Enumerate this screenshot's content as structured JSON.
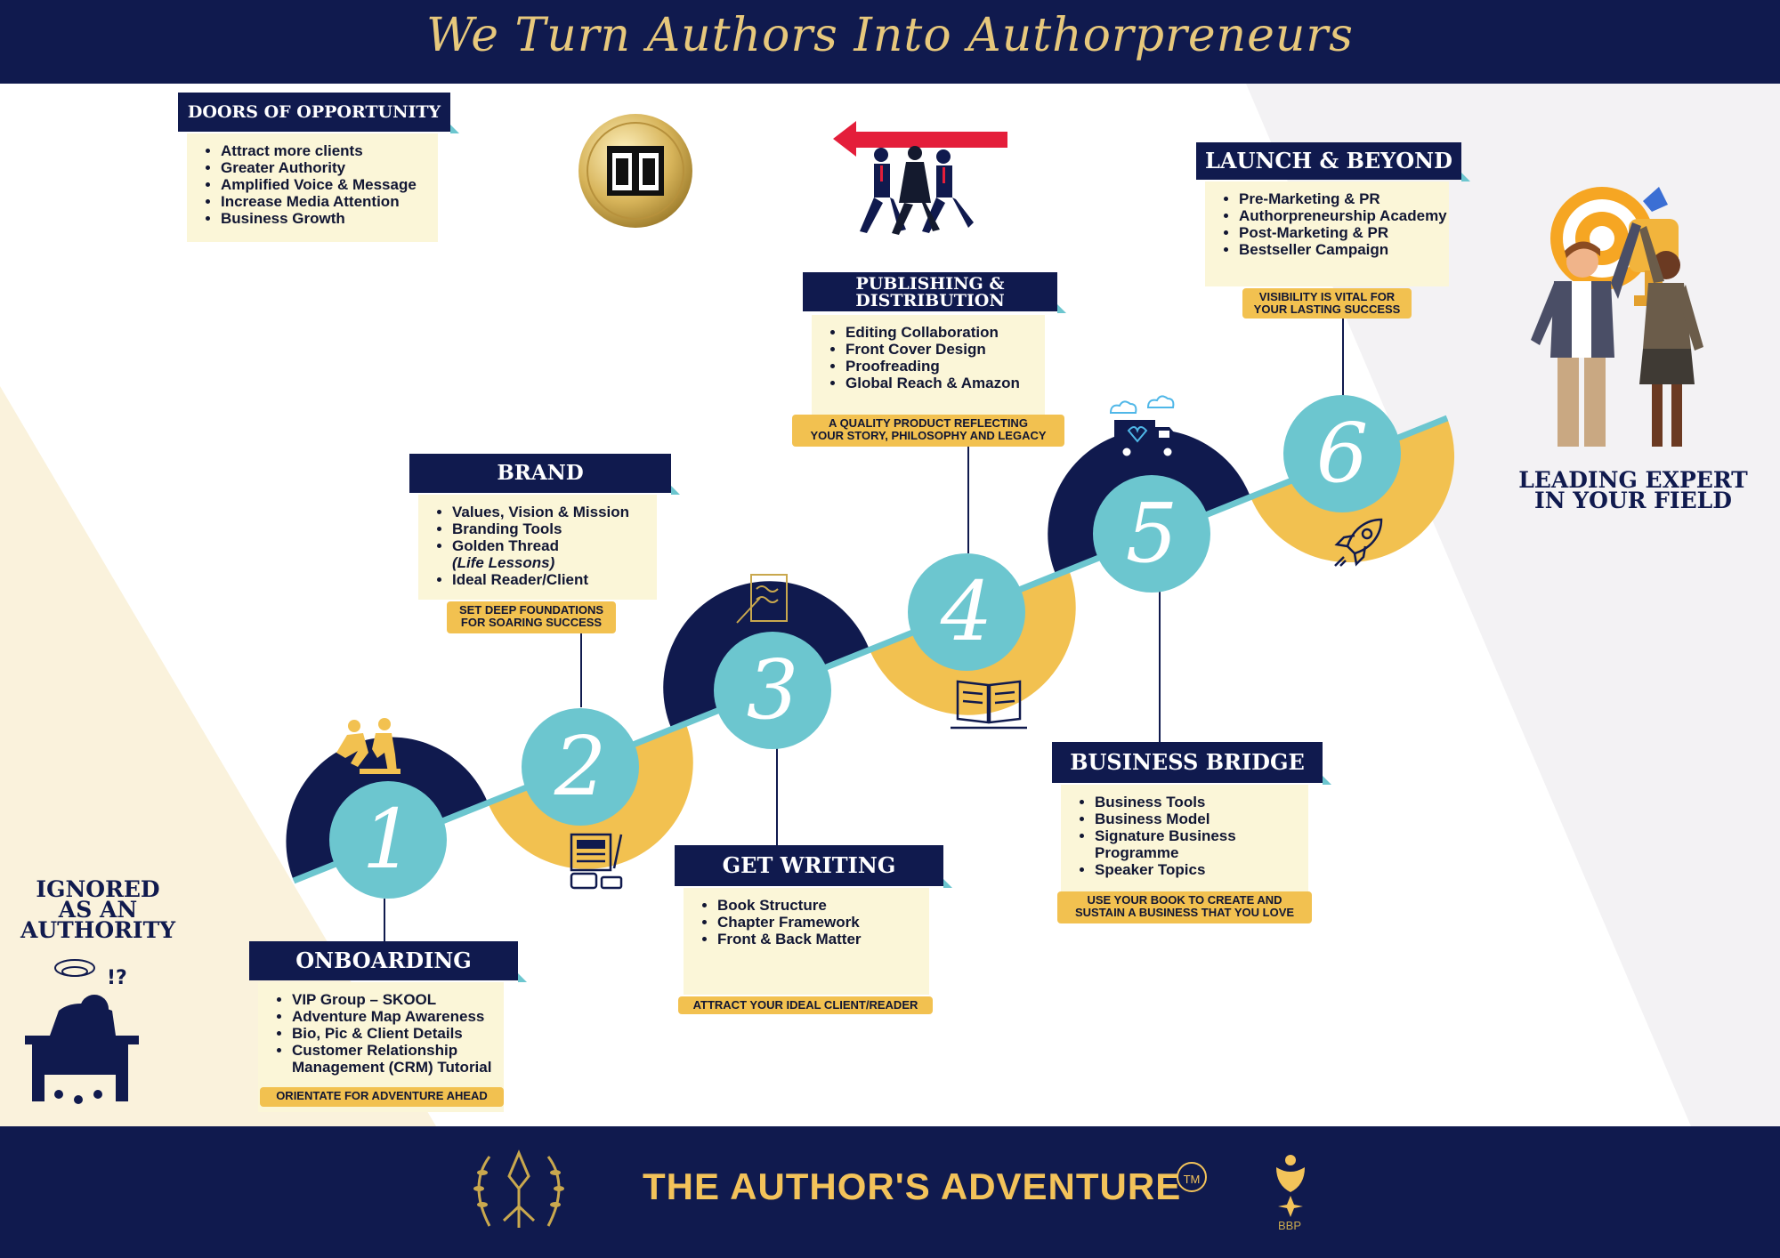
{
  "header": {
    "title": "We Turn Authors Into Authorpreneurs"
  },
  "start": {
    "line1": "IGNORED",
    "line2": "AS AN",
    "line3": "AUTHORITY"
  },
  "goal": {
    "line1": "LEADING EXPERT",
    "line2": "IN YOUR FIELD"
  },
  "doors": {
    "title": "DOORS OF OPPORTUNITY",
    "items": [
      "Attract more clients",
      "Greater Authority",
      "Amplified Voice & Message",
      "Increase Media Attention",
      "Business Growth"
    ]
  },
  "steps": [
    {
      "number": "1",
      "title": "ONBOARDING",
      "items": [
        "VIP Group – SKOOL",
        "Adventure Map Awareness",
        "Bio, Pic & Client Details",
        "Customer Relationship Management (CRM) Tutorial"
      ],
      "tag": "ORIENTATE FOR ADVENTURE AHEAD"
    },
    {
      "number": "2",
      "title": "BRAND FOUNDATIONS",
      "items": [
        "Values, Vision & Mission",
        "Branding Tools",
        "Golden Thread",
        "Ideal Reader/Client"
      ],
      "note": "(Life Lessons)",
      "tag_line1": "SET DEEP FOUNDATIONS",
      "tag_line2": "FOR SOARING SUCCESS"
    },
    {
      "number": "3",
      "title": "GET WRITING",
      "items": [
        "Book Structure",
        "Chapter Framework",
        "Front & Back Matter"
      ],
      "tag": "ATTRACT YOUR IDEAL CLIENT/READER"
    },
    {
      "number": "4",
      "title_line1": "PUBLISHING &",
      "title_line2": "DISTRIBUTION",
      "items": [
        "Editing Collaboration",
        "Front Cover Design",
        "Proofreading",
        "Global Reach & Amazon"
      ],
      "tag_line1": "A QUALITY PRODUCT REFLECTING",
      "tag_line2": "YOUR STORY, PHILOSOPHY AND LEGACY"
    },
    {
      "number": "5",
      "title": "BUSINESS BRIDGE",
      "items": [
        "Business Tools",
        "Business Model",
        "Signature Business Programme",
        "Speaker Topics"
      ],
      "tag_line1": "USE YOUR BOOK TO CREATE AND",
      "tag_line2": "SUSTAIN A BUSINESS THAT YOU LOVE"
    },
    {
      "number": "6",
      "title": "LAUNCH & BEYOND",
      "items": [
        "Pre-Marketing & PR",
        "Authorpreneurship Academy",
        "Post-Marketing & PR",
        "Bestseller Campaign"
      ],
      "tag_line1": "VISIBILITY IS VITAL FOR",
      "tag_line2": "YOUR LASTING SUCCESS"
    }
  ],
  "footer": {
    "title": "THE AUTHOR'S ADVENTURE",
    "tm": "TM",
    "brand": "BBP"
  },
  "colors": {
    "navy": "#101a4e",
    "teal": "#6cc6cf",
    "gold": "#f2c150",
    "cream": "#fbf6d8"
  }
}
